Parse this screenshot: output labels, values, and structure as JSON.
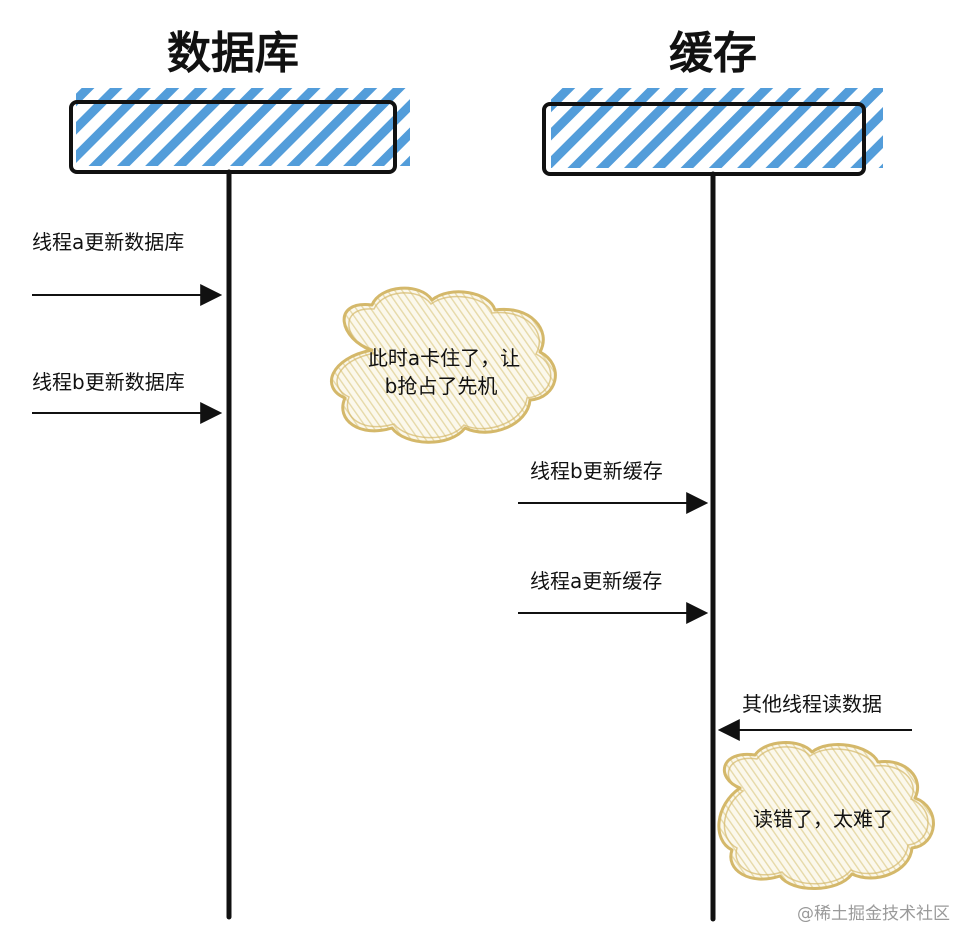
{
  "lifelines": {
    "database": {
      "title": "数据库"
    },
    "cache": {
      "title": "缓存"
    }
  },
  "messages": [
    {
      "id": "msg-a-update-db",
      "label": "线程a更新数据库",
      "direction": "right"
    },
    {
      "id": "msg-b-update-db",
      "label": "线程b更新数据库",
      "direction": "right"
    },
    {
      "id": "msg-b-update-cache",
      "label": "线程b更新缓存",
      "direction": "right"
    },
    {
      "id": "msg-a-update-cache",
      "label": "线程a更新缓存",
      "direction": "right"
    },
    {
      "id": "msg-other-read",
      "label": "其他线程读数据",
      "direction": "left"
    }
  ],
  "notes": {
    "preempt": {
      "line1": "此时a卡住了，让",
      "line2": "b抢占了先机"
    },
    "wrong_read": {
      "line1": "读错了，太难了"
    }
  },
  "watermark": "@稀土掘金技术社区",
  "colors": {
    "hatch": "#4a98d8",
    "outline": "#111111",
    "cloud_stroke": "#d4b86a",
    "cloud_fill": "#f7f1dc"
  }
}
